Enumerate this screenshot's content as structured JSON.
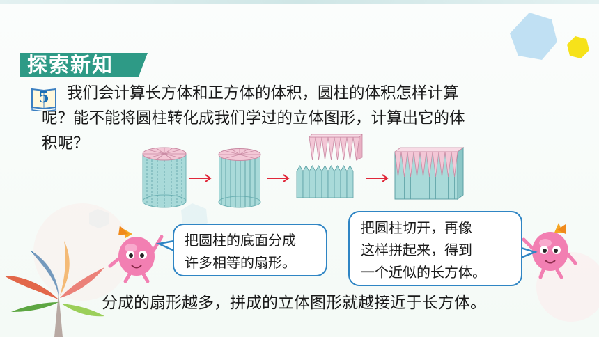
{
  "section_tag": "探索新知",
  "problem": {
    "number": "5",
    "lines": [
      "我们会计算长方体和正方体的体积，圆柱的体积怎样计算",
      "呢？能不能将圆柱转化成我们学过的立体图形，计算出它的体",
      "积呢？"
    ]
  },
  "bubble_left": {
    "lines": [
      "把圆柱的底面分成",
      "许多相等的扇形。"
    ]
  },
  "bubble_right": {
    "lines": [
      "把圆柱切开，再像",
      "这样拼起来，得到",
      "一个近似的长方体。"
    ]
  },
  "conclusion": "分成的扇形越多，拼成的立体图形就越接近于长方体。",
  "colors": {
    "tag_bg": "#2e9a86",
    "bubble_border": "#2f85c4",
    "arrow": "#e0283a",
    "cylinder_body": "#a9dad9",
    "cylinder_top": "#f3c7d6"
  }
}
